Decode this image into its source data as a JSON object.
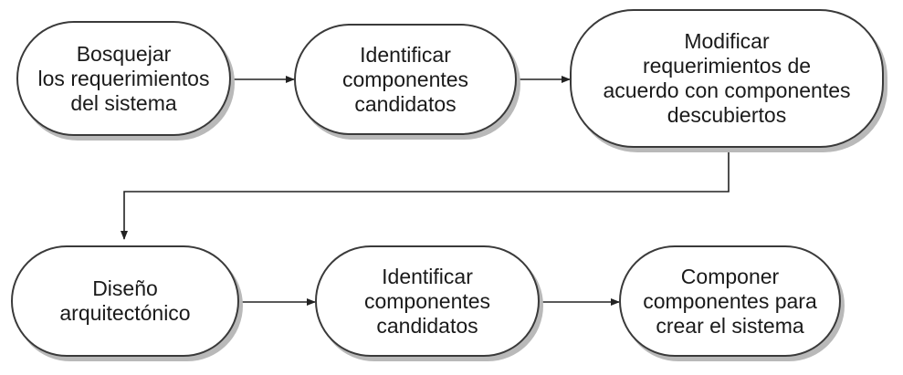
{
  "diagram": {
    "nodes": [
      {
        "id": "n1",
        "label": "Bosquejar\nlos requerimientos\ndel sistema"
      },
      {
        "id": "n2",
        "label": "Identificar\ncomponentes\ncandidatos"
      },
      {
        "id": "n3",
        "label": "Modificar\nrequerimientos de\nacuerdo con componentes\ndescubiertos"
      },
      {
        "id": "n4",
        "label": "Diseño\narquitectónico"
      },
      {
        "id": "n5",
        "label": "Identificar\ncomponentes\ncandidatos"
      },
      {
        "id": "n6",
        "label": "Componer\ncomponentes para\ncrear el sistema"
      }
    ],
    "edges": [
      {
        "from": "n1",
        "to": "n2"
      },
      {
        "from": "n2",
        "to": "n3"
      },
      {
        "from": "n3",
        "to": "n4"
      },
      {
        "from": "n4",
        "to": "n5"
      },
      {
        "from": "n5",
        "to": "n6"
      }
    ],
    "colors": {
      "stroke": "#3a3a3a",
      "shadow": "#b9b9b9",
      "text": "#1a1a1a"
    }
  }
}
